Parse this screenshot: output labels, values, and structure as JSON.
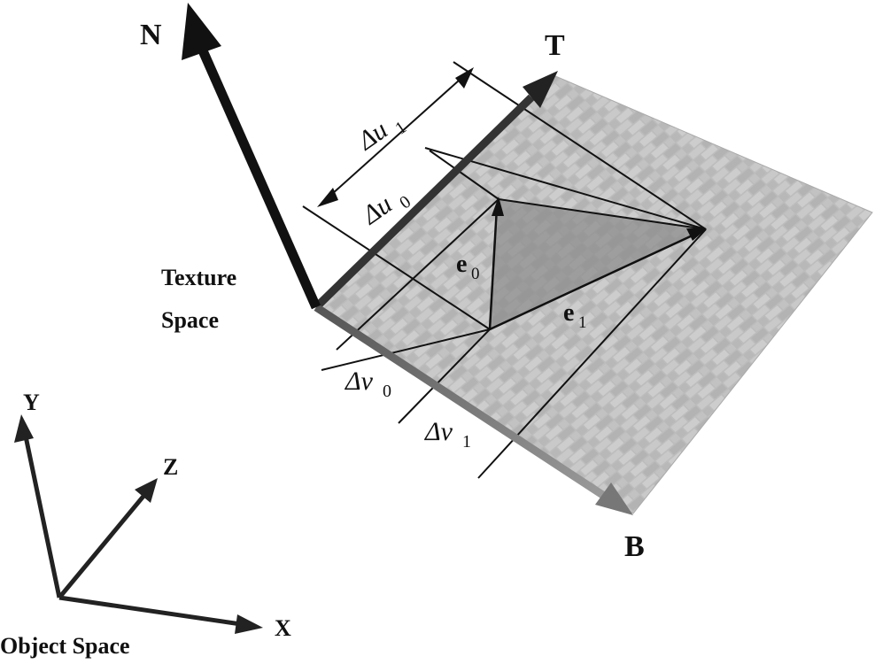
{
  "labels": {
    "normal": "N",
    "tangent": "T",
    "bitangent": "B",
    "texture_space_line1": "Texture",
    "texture_space_line2": "Space",
    "object_space": "Object Space",
    "axis_x": "X",
    "axis_y": "Y",
    "axis_z": "Z",
    "delta_u0": "Δu",
    "delta_u0_sub": "0",
    "delta_u1": "Δu",
    "delta_u1_sub": "1",
    "delta_v0": "Δv",
    "delta_v0_sub": "0",
    "delta_v1": "Δv",
    "delta_v1_sub": "1",
    "edge0": "e",
    "edge0_sub": "0",
    "edge1": "e",
    "edge1_sub": "1"
  },
  "colors": {
    "arrow_dark": "#111111",
    "plane_fill": "#bdbdbd",
    "brick_mortar": "#d8d8d8",
    "triangle_fill": "#8a8a8a",
    "bitangent_arrow": "#777777"
  }
}
